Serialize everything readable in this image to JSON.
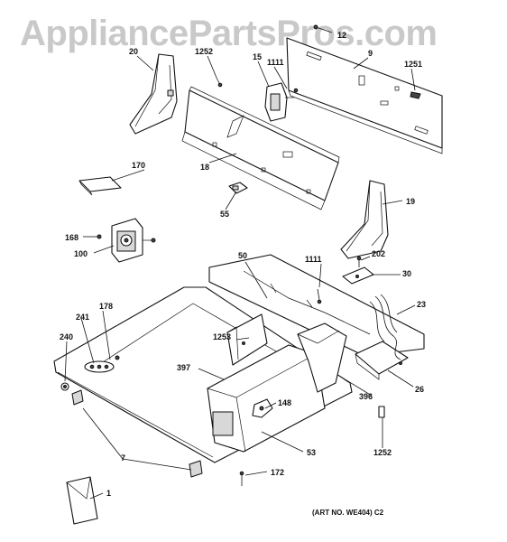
{
  "watermark": "AppliancePartsPros.com",
  "art_number": "(ART NO. WE404) C2",
  "callouts": {
    "p20": "20",
    "p1252a": "1252",
    "p15": "15",
    "p1111a": "1111",
    "p12": "12",
    "p9": "9",
    "p1251": "1251",
    "p170": "170",
    "p18": "18",
    "p55": "55",
    "p19": "19",
    "p168": "168",
    "p100": "100",
    "p1111b": "1111",
    "p202": "202",
    "p50": "50",
    "p30": "30",
    "p23": "23",
    "p178": "178",
    "p241": "241",
    "p1253": "1253",
    "p240": "240",
    "p397": "397",
    "p148": "148",
    "p26": "26",
    "p396": "396",
    "p53": "53",
    "p1252b": "1252",
    "p7": "7",
    "p172": "172",
    "p1": "1"
  },
  "colors": {
    "line": "#111111",
    "watermark": "#c9c9c9",
    "shade": "#d8d8d8"
  }
}
